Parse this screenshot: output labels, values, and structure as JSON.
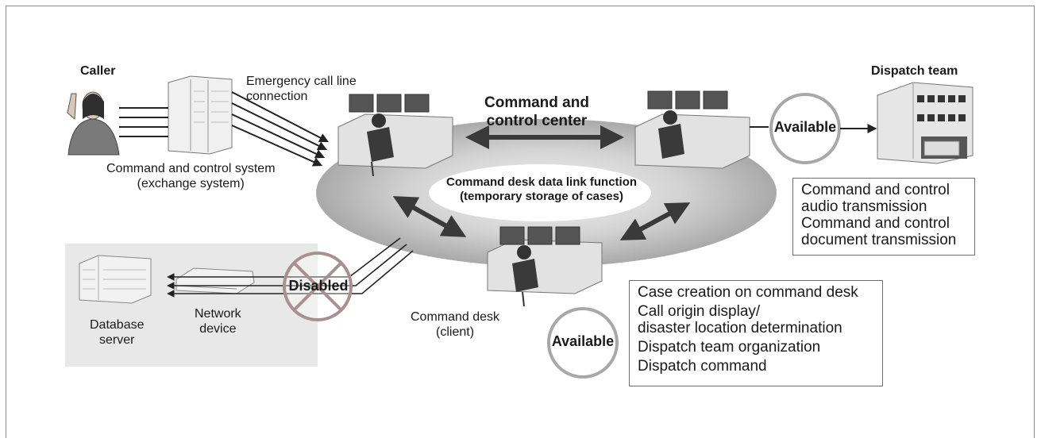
{
  "labels": {
    "caller": "Caller",
    "emergency_line": [
      "Emergency call line",
      "connection"
    ],
    "center": [
      "Command and",
      "control center"
    ],
    "dispatch_team": "Dispatch team",
    "system": [
      "Command and control system",
      "(exchange system)"
    ],
    "data_link": [
      "Command desk data link function",
      "(temporary storage of cases)"
    ],
    "db_server": [
      "Database",
      "server"
    ],
    "network_device": [
      "Network",
      "device"
    ],
    "command_desk": [
      "Command desk",
      "(client)"
    ]
  },
  "status": {
    "available_right": "Available",
    "available_bottom": "Available",
    "disabled": "Disabled"
  },
  "boxes": {
    "dispatch_functions": [
      "Command and control",
      "audio transmission",
      "Command and control",
      "document transmission"
    ],
    "desk_functions": [
      "Case creation on command desk",
      "Call origin display/",
      "disaster location determination",
      "Dispatch team organization",
      "Dispatch command"
    ]
  },
  "colors": {
    "ring_gray": "#b8b8b8",
    "ring_red": "#b49090",
    "arrow": "#3a3a3a",
    "panel": "#e8e8e8"
  }
}
